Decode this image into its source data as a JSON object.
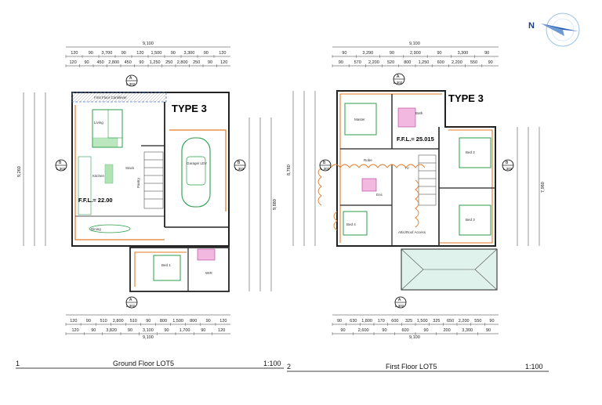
{
  "ground": {
    "type_label": "TYPE 3",
    "ffl": "F.F.L.= 22.00",
    "overall": "9,100",
    "top_row1": [
      "120",
      "90",
      "3,700",
      "90",
      "120",
      "1,500",
      "90",
      "3,300",
      "90",
      "120"
    ],
    "top_row2": [
      "120",
      "90",
      "450",
      "2,800",
      "450",
      "90",
      "1,250",
      "250",
      "2,800",
      "250",
      "90",
      "120"
    ],
    "bot_row1": [
      "120",
      "90",
      "510",
      "2,800",
      "510",
      "90",
      "800",
      "1,500",
      "800",
      "90",
      "120"
    ],
    "bot_row2": [
      "120",
      "90",
      "3,820",
      "90",
      "3,100",
      "90",
      "1,700",
      "90",
      "120"
    ],
    "left_total": "9,260",
    "right_total": "9,880",
    "rooms": {
      "living": "Living",
      "kitchen": "Kitchen",
      "dining": "Dining",
      "garage": "Garage/ LDY",
      "pantry": "Pantry",
      "bed1": "Bed 1",
      "wir": "WIR",
      "stack": "Stack",
      "cantilever": "First Floor Cantilever"
    },
    "section_marks": [
      "A",
      "B",
      "B",
      "A"
    ],
    "section_ref": "L.302",
    "floor_title": "Ground Floor LOT5",
    "index": "1",
    "scale": "1:100"
  },
  "first": {
    "type_label": "TYPE 3",
    "ffl": "F.F.L.= 25.015",
    "overall": "9,100",
    "top_row1": [
      "90",
      "3,290",
      "90",
      "2,900",
      "90",
      "3,300",
      "90"
    ],
    "top_row2": [
      "90",
      "570",
      "2,200",
      "520",
      "800",
      "1,250",
      "600",
      "2,200",
      "550",
      "90"
    ],
    "bot_row1": [
      "90",
      "630",
      "1,800",
      "170",
      "600",
      "325",
      "1,500",
      "325",
      "650",
      "2,200",
      "550",
      "90"
    ],
    "bot_row2": [
      "90",
      "2,600",
      "90",
      "600",
      "90",
      "200",
      "3,300",
      "90"
    ],
    "left_total": "8,780",
    "right_total": "7,960",
    "rooms": {
      "master": "Master",
      "bath": "Bath",
      "robe": "Robe",
      "ens": "Ens",
      "bed2": "Bed 2",
      "bed3": "Bed 3",
      "bed4": "Bed 4",
      "attic": "Attic/Roof Access",
      "tv": "TV"
    },
    "section_marks": [
      "A",
      "B",
      "B",
      "A"
    ],
    "section_ref": "L.302",
    "floor_title": "First Floor LOT5",
    "index": "2",
    "scale": "1:100"
  },
  "north_symbol": "N"
}
